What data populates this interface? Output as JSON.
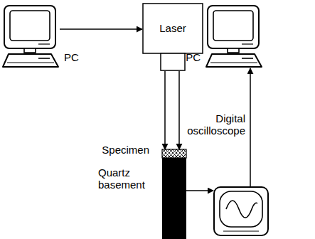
{
  "diagram": {
    "nodes": [
      {
        "text": [
          "PC"
        ]
      },
      {
        "text": [
          "Laser"
        ]
      },
      {
        "text": [
          "PC"
        ]
      },
      {
        "text": [
          "Specimen"
        ]
      },
      {
        "text": [
          "Digital oscilloscope"
        ]
      },
      {
        "text": [
          "Quartz basement"
        ]
      }
    ],
    "edges": [
      {
        "from": 0,
        "to": 1,
        "arrow": "to"
      },
      {
        "from": 1,
        "to": 3,
        "arrow": "to"
      },
      {
        "from": 1,
        "to": 3,
        "arrow": "to"
      },
      {
        "from": 5,
        "to": 4,
        "arrow": "to"
      },
      {
        "from": 4,
        "to": 2,
        "arrow": "to"
      }
    ]
  }
}
